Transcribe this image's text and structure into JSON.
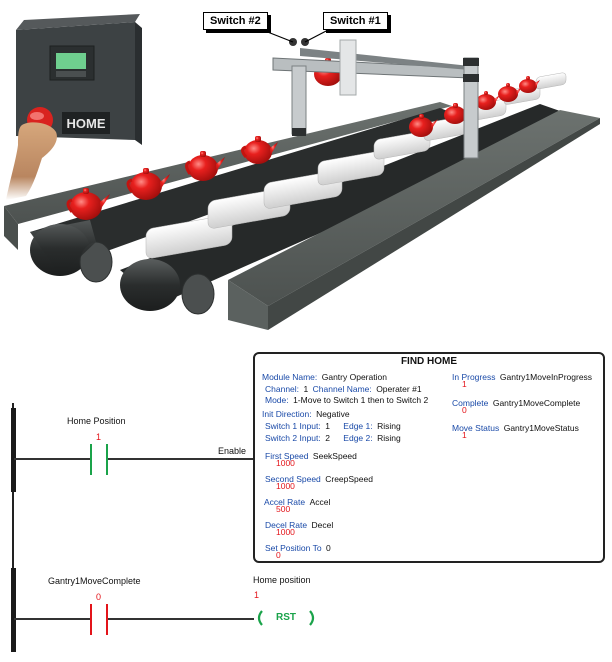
{
  "scene": {
    "panel_button_label": "HOME",
    "callouts": [
      {
        "id": "switch2",
        "label": "Switch #2"
      },
      {
        "id": "switch1",
        "label": "Switch #1"
      }
    ],
    "colors": {
      "teapot": "#e8201e",
      "panel": "#3d4244",
      "lcd": "#6fcf8f",
      "rail": "#5b615f",
      "belt": "#2a2d2d"
    }
  },
  "ladder": {
    "rung1": {
      "contact_label": "Home Position",
      "contact_value": "1",
      "contact_state": "closed",
      "enable_label": "Enable"
    },
    "rung2": {
      "contact_label": "Gantry1MoveComplete",
      "contact_value": "0",
      "contact_state": "open",
      "coil_label": "Home position",
      "coil_value": "1",
      "coil_text": "RST"
    },
    "colors": {
      "energized": "#1aa34a",
      "deenergized": "#e3141a",
      "param_key": "#1a4aa8",
      "value": "#e3141a"
    }
  },
  "find_home": {
    "title": "FIND HOME",
    "module_name_key": "Module Name:",
    "module_name": "Gantry Operation",
    "channel_key": "Channel:",
    "channel": "1",
    "channel_name_key": "Channel Name:",
    "channel_name": "Operater #1",
    "mode_key": "Mode:",
    "mode": "1-Move to Switch 1 then to Switch 2",
    "init_direction_key": "Init Direction:",
    "init_direction": "Negative",
    "switch1_input_key": "Switch 1 Input:",
    "switch1_input": "1",
    "edge1_key": "Edge 1:",
    "edge1": "Rising",
    "switch2_input_key": "Switch 2 Input:",
    "switch2_input": "2",
    "edge2_key": "Edge 2:",
    "edge2": "Rising",
    "first_speed_key": "First Speed",
    "first_speed_tag": "SeekSpeed",
    "first_speed_value": "1000",
    "second_speed_key": "Second Speed",
    "second_speed_tag": "CreepSpeed",
    "second_speed_value": "1000",
    "accel_key": "Accel Rate",
    "accel_tag": "Accel",
    "accel_value": "500",
    "decel_key": "Decel Rate",
    "decel_tag": "Decel",
    "decel_value": "1000",
    "set_position_key": "Set Position To",
    "set_position_tag": "0",
    "set_position_value": "0",
    "in_progress_key": "In Progress",
    "in_progress_tag": "Gantry1MoveInProgress",
    "in_progress_value": "1",
    "complete_key": "Complete",
    "complete_tag": "Gantry1MoveComplete",
    "complete_value": "0",
    "move_status_key": "Move Status",
    "move_status_tag": "Gantry1MoveStatus",
    "move_status_value": "1"
  }
}
